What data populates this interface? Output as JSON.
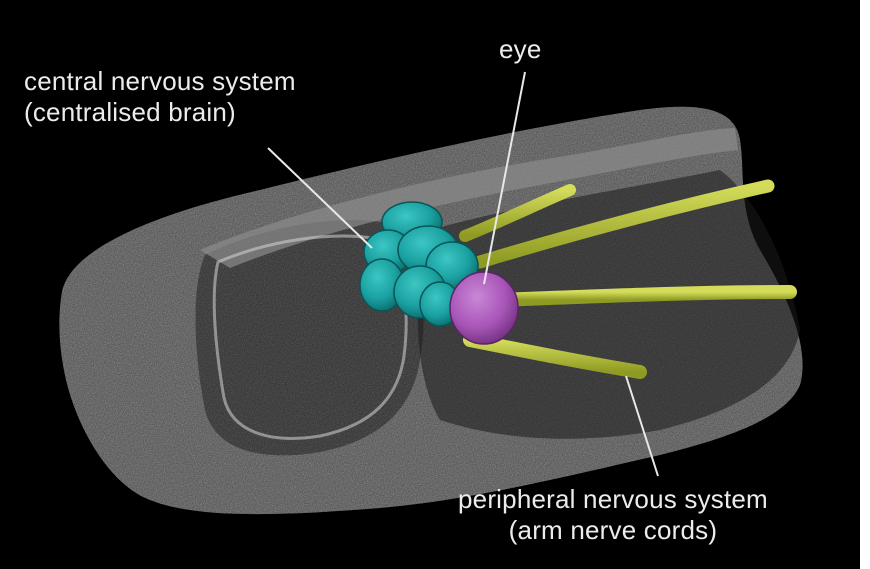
{
  "labels": {
    "cns": {
      "line1": "central nervous system",
      "line2": "(centralised brain)"
    },
    "eye": "eye",
    "pns": {
      "line1": "peripheral nervous system",
      "line2": "(arm nerve cords)"
    }
  },
  "colors": {
    "background": "#000000",
    "brain": "#1aa0a0",
    "eye": "#a855b8",
    "nerve_cords": "#b8c43a",
    "tissue": "#6a6a6a",
    "label_text": "#ececec"
  }
}
